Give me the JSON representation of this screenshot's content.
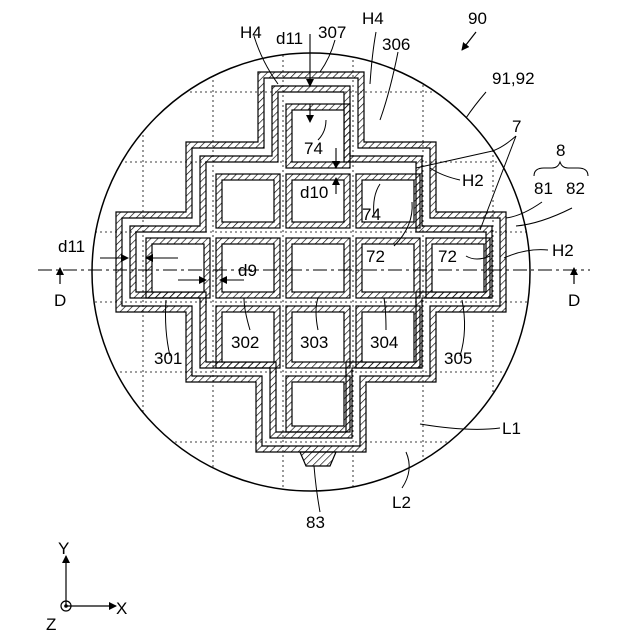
{
  "labels": {
    "figure_ref": "90",
    "wafer_ref": "91,92",
    "group_7": "7",
    "group_8": "8",
    "ref_81": "81",
    "ref_82": "82",
    "ref_83": "83",
    "h2_upper": "H2",
    "h2_right": "H2",
    "h4_left": "H4",
    "h4_right": "H4",
    "d11_top": "d11",
    "d11_left": "d11",
    "d10": "d10",
    "d9": "d9",
    "ref_72_a": "72",
    "ref_72_b": "72",
    "ref_74_a": "74",
    "ref_74_b": "74",
    "chip_301": "301",
    "chip_302": "302",
    "chip_303": "303",
    "chip_304": "304",
    "chip_305": "305",
    "chip_306": "306",
    "chip_307": "307",
    "line_l1": "L1",
    "line_l2": "L2",
    "section_left": "D",
    "section_right": "D",
    "axis_y": "Y",
    "axis_x": "X",
    "axis_z": "Z"
  },
  "colors": {
    "line": "#000000",
    "hatch": "#000000",
    "background": "#ffffff"
  }
}
